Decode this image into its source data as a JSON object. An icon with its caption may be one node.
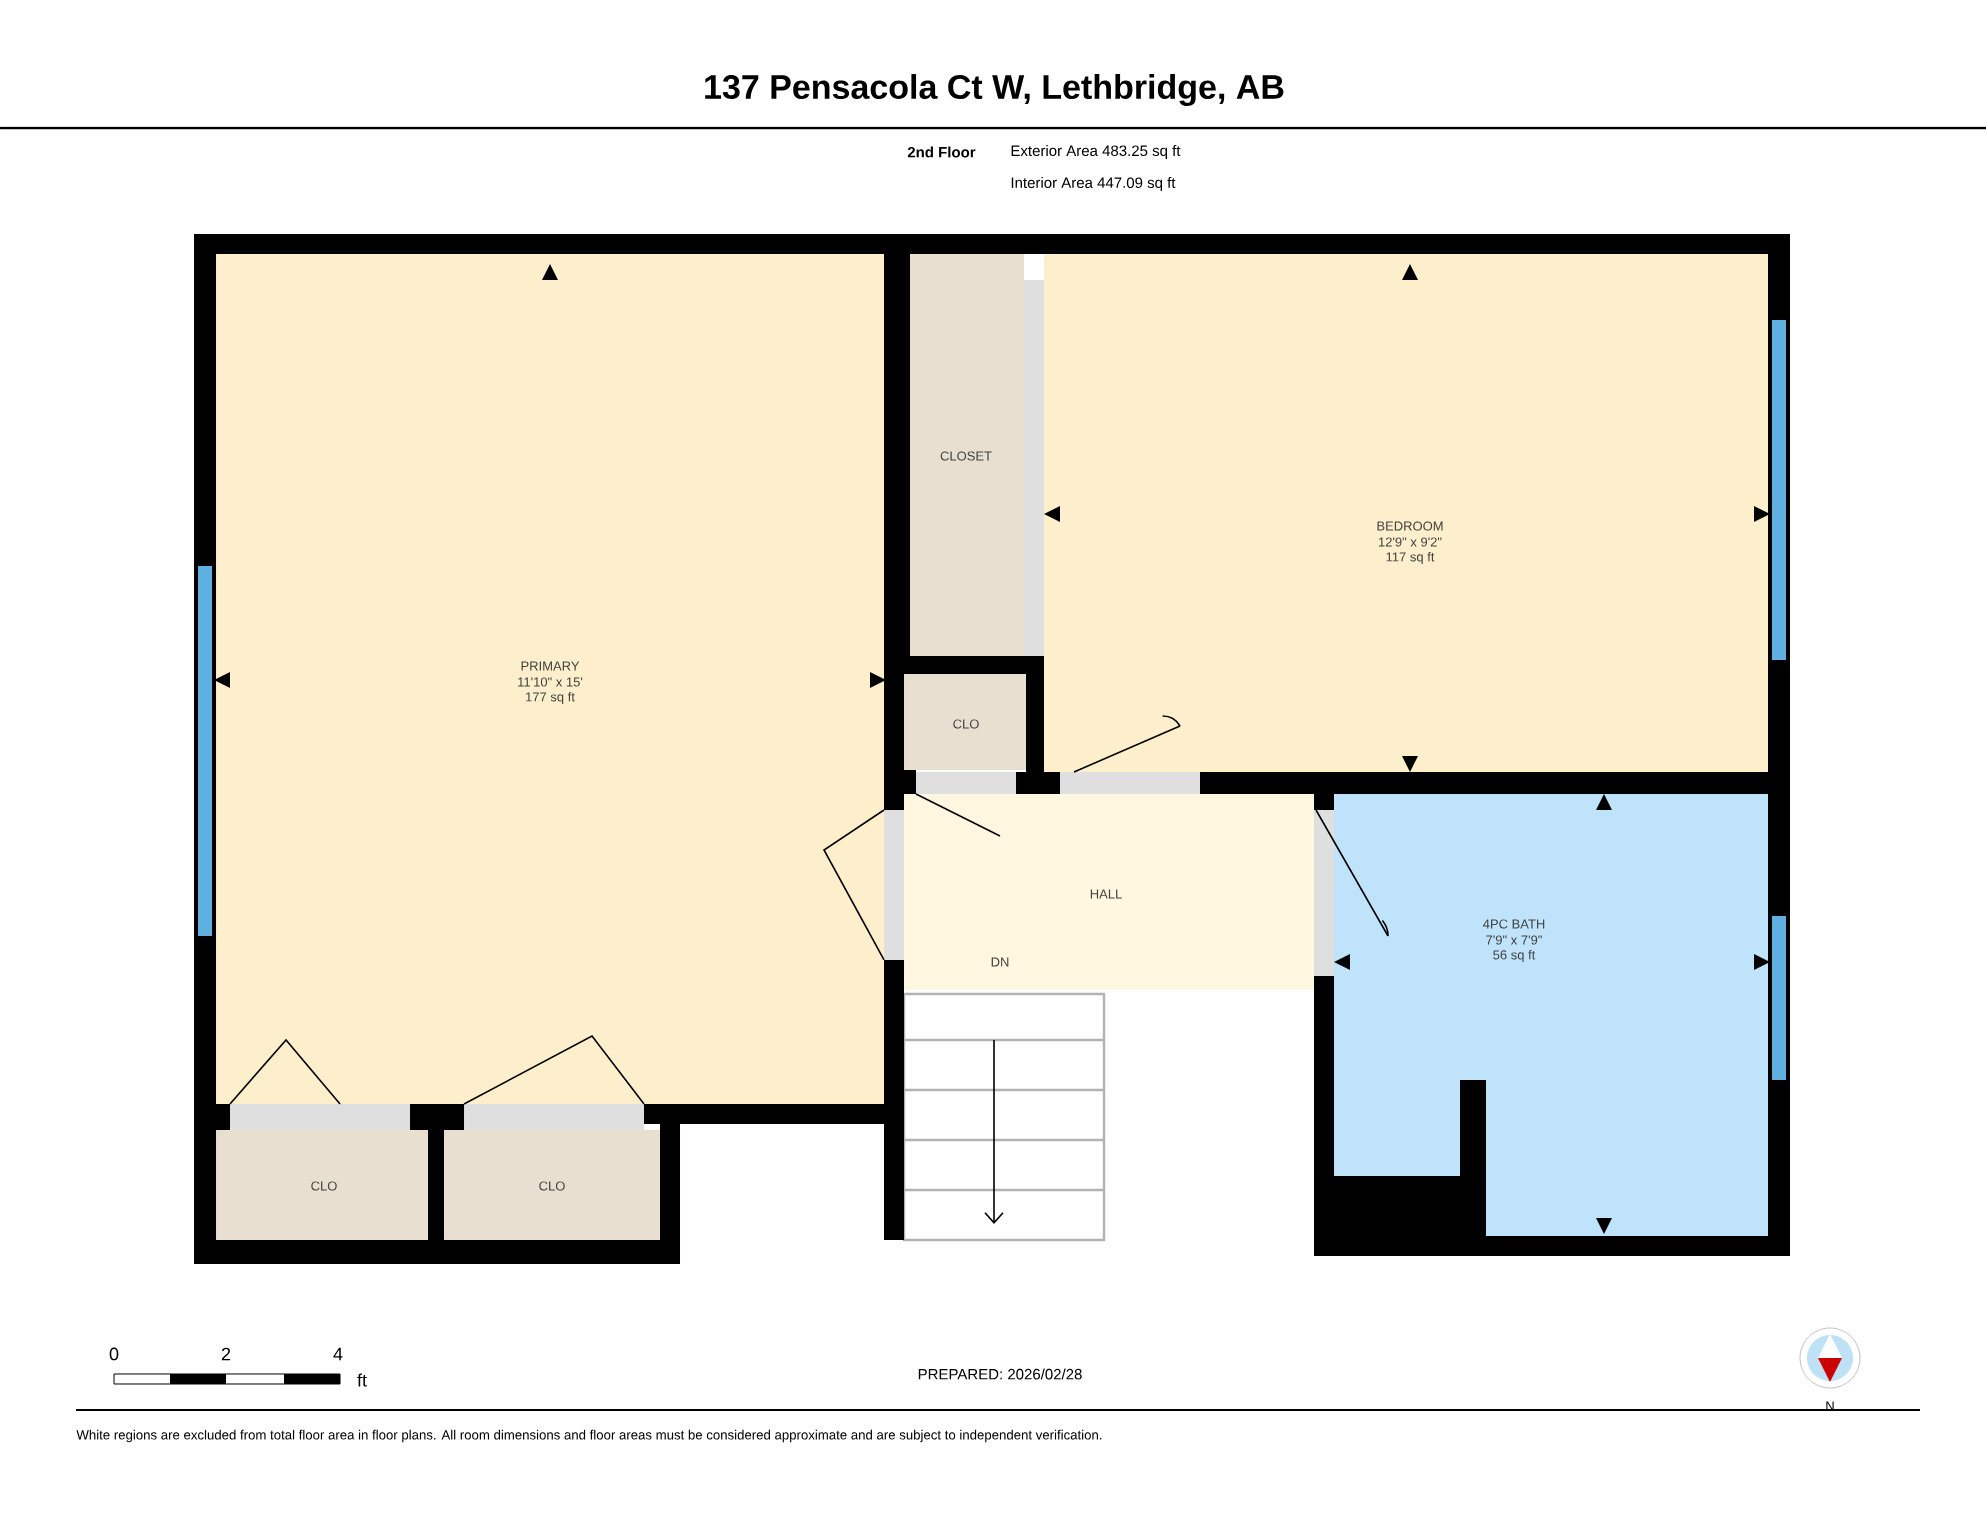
{
  "diagram": {
    "title": "137 Pensacola Ct W, Lethbridge, AB",
    "caption": "White regions are excluded from total floor area in floor plans. All room dimensions and floor areas must be considered approximate and are subject to independent verification.",
    "nodes": [
      {
        "text": [
          "PRIMARY",
          "11'10\" x 15'",
          "177 sq ft"
        ]
      },
      {
        "text": [
          "CLOSET"
        ]
      },
      {
        "text": [
          "BEDROOM",
          "12'9\" x 9'2\"",
          "117 sq ft"
        ]
      },
      {
        "text": [
          "CLO"
        ]
      },
      {
        "text": [
          "HALL",
          "DN"
        ]
      },
      {
        "text": [
          "4PC BATH",
          "7'9\" x 7'9\"",
          "56 sq ft"
        ]
      },
      {
        "text": [
          "CLO"
        ]
      },
      {
        "text": [
          "CLO"
        ]
      }
    ],
    "labels": [
      "2nd Floor",
      "Exterior Area 483.25 sq ft",
      "Interior Area 447.09 sq ft",
      "0",
      "2",
      "4",
      "ft",
      "PREPARED: 2026/02/28",
      "N"
    ]
  }
}
